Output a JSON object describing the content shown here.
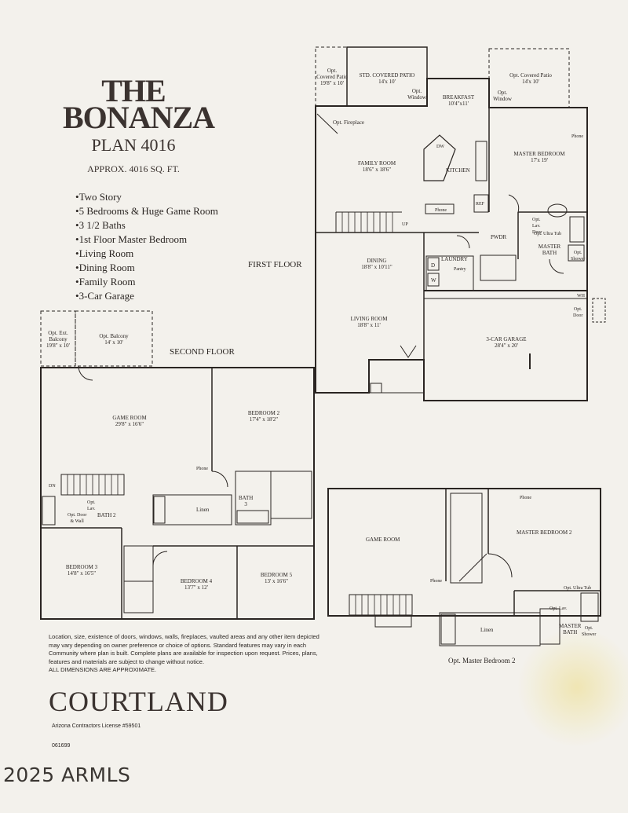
{
  "header": {
    "title_line1": "THE",
    "title_line2": "BONANZA",
    "plan": "PLAN 4016",
    "sqft": "APPROX. 4016 SQ. FT."
  },
  "features": [
    "Two Story",
    "5 Bedrooms & Huge Game Room",
    "3 1/2 Baths",
    "1st Floor Master Bedroom",
    "Living Room",
    "Dining Room",
    "Family Room",
    "3-Car Garage"
  ],
  "floor_titles": {
    "first": "FIRST FLOOR",
    "second": "SECOND FLOOR",
    "optional": "Opt. Master Bedroom 2"
  },
  "first_floor": {
    "opt_covered_patio_left": "Opt.\nCovered Patio\n19'8\" x 10'",
    "std_covered_patio": "STD. COVERED PATIO\n14'x 10'",
    "opt_window_left": "Opt.\nWindow",
    "breakfast": "BREAKFAST\n10'4\"x11'",
    "opt_window_right": "Opt.\nWindow",
    "opt_covered_patio_right": "Opt. Covered Patio\n14'x 10'",
    "opt_fireplace": "Opt. Fireplace",
    "family_room": "FAMILY ROOM\n18'6\" x 18'6\"",
    "kitchen": "KITCHEN",
    "dw": "DW",
    "phone_kitchen": "Phone",
    "ref": "REF",
    "up": "UP",
    "master_bedroom": "MASTER BEDROOM\n17'x 19'",
    "phone_master": "Phone",
    "opt_lav_door": "Opt.\nLav.\nDoor",
    "opt_ultra_tub": "Opt. Ultra Tub",
    "pwdr": "PWDR",
    "master_bath": "MASTER\nBATH",
    "opt_shower": "Opt.\nShower",
    "dining": "DINING\n18'8\" x 10'11\"",
    "laundry": "LAUNDRY",
    "pantry": "Pantry",
    "washer": "W",
    "dryer": "D",
    "living_room": "LIVING ROOM\n18'8\" x 11'",
    "garage": "3-CAR GARAGE\n28'4\" x 20'",
    "opt_door": "Opt.\nDoor",
    "wh": "WH"
  },
  "second_floor": {
    "opt_ext_balcony": "Opt. Ext.\nBalcony\n19'8\" x 10'",
    "opt_balcony": "Opt. Balcony\n14' x 10'",
    "game_room": "GAME ROOM\n29'8\" x 16'6\"",
    "bedroom2": "BEDROOM 2\n17'4\" x 18'2\"",
    "phone": "Phone",
    "dn": "DN",
    "opt_lav": "Opt.\nLav.",
    "opt_door_wall": "Opt. Door\n& Wall",
    "bath2": "BATH 2",
    "bath3": "BATH\n3",
    "linen": "Linen",
    "bedroom3": "BEDROOM 3\n14'8\" x 16'5\"",
    "bedroom4": "BEDROOM 4\n13'7\" x 12'",
    "bedroom5": "BEDROOM 5\n13' x 16'6\""
  },
  "optional_plan": {
    "game_room": "GAME ROOM",
    "phone_left": "Phone",
    "phone_top": "Phone",
    "master_bedroom2": "MASTER BEDROOM 2",
    "opt_ultra_tub": "Opt. Ultra Tub",
    "opt_lav": "Opt. Lav.",
    "master_bath": "MASTER\nBATH",
    "opt_shower": "Opt.\nShower",
    "linen": "Linen"
  },
  "disclaimer": "Location, size, existence of doors, windows, walls, fireplaces, vaulted areas and any other item depicted may vary depending on owner preference or choice of options. Standard features may vary in each Community where plan is built. Complete plans are available for inspection upon request. Prices, plans, features and materials are subject to change without notice.\nALL DIMENSIONS ARE APPROXIMATE.",
  "brand": "COURTLAND",
  "license": "Arizona Contractors License #59501",
  "code": "061699",
  "watermark": "2025 ARMLS",
  "colors": {
    "paper": "#f3f1ec",
    "ink": "#2a2522",
    "stain": "#ebd76e"
  }
}
